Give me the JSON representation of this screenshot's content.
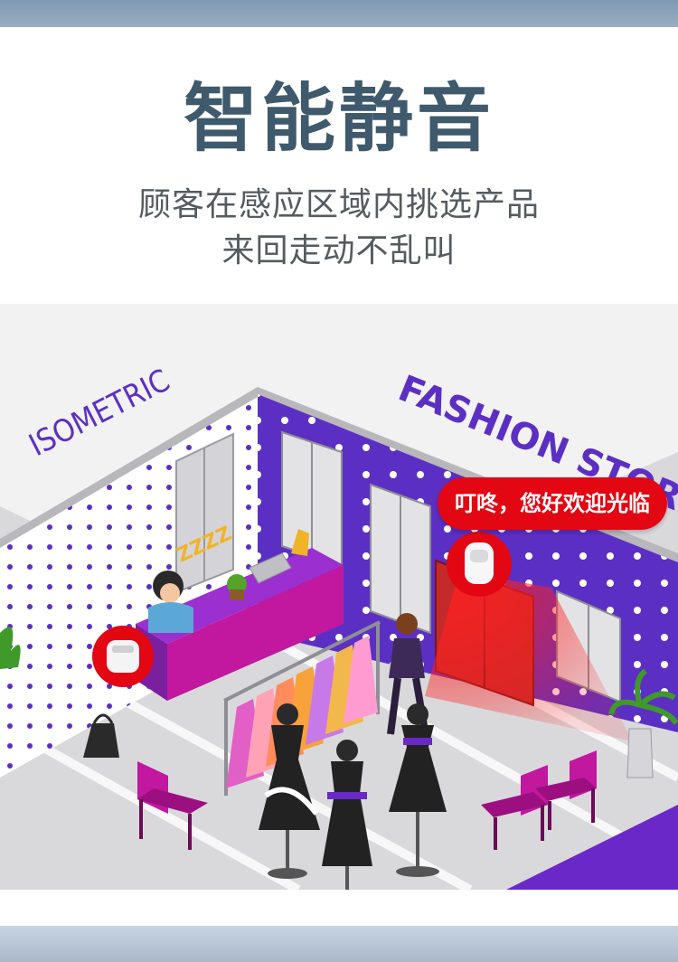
{
  "headline": "智能静音",
  "subtitle_line1": "顾客在感应区域内挑选产品",
  "subtitle_line2": "来回走动不乱叫",
  "scene": {
    "left_wall_sign": "ISOMETRIC",
    "right_wall_sign": "FASHION STORE",
    "sleep_text": "ZZZZ",
    "speech_bubble": "叮咚，您好欢迎光临"
  },
  "colors": {
    "accent_red": "#e30613",
    "headline": "#3f5a6c",
    "store_purple": "#5b2fc4",
    "counter_magenta": "#c1189f"
  },
  "icons": [
    "sensor-doorbell-icon",
    "sensor-receiver-icon",
    "mannequin-icon",
    "chair-icon",
    "plant-icon",
    "lamp-icon",
    "handbag-icon"
  ]
}
